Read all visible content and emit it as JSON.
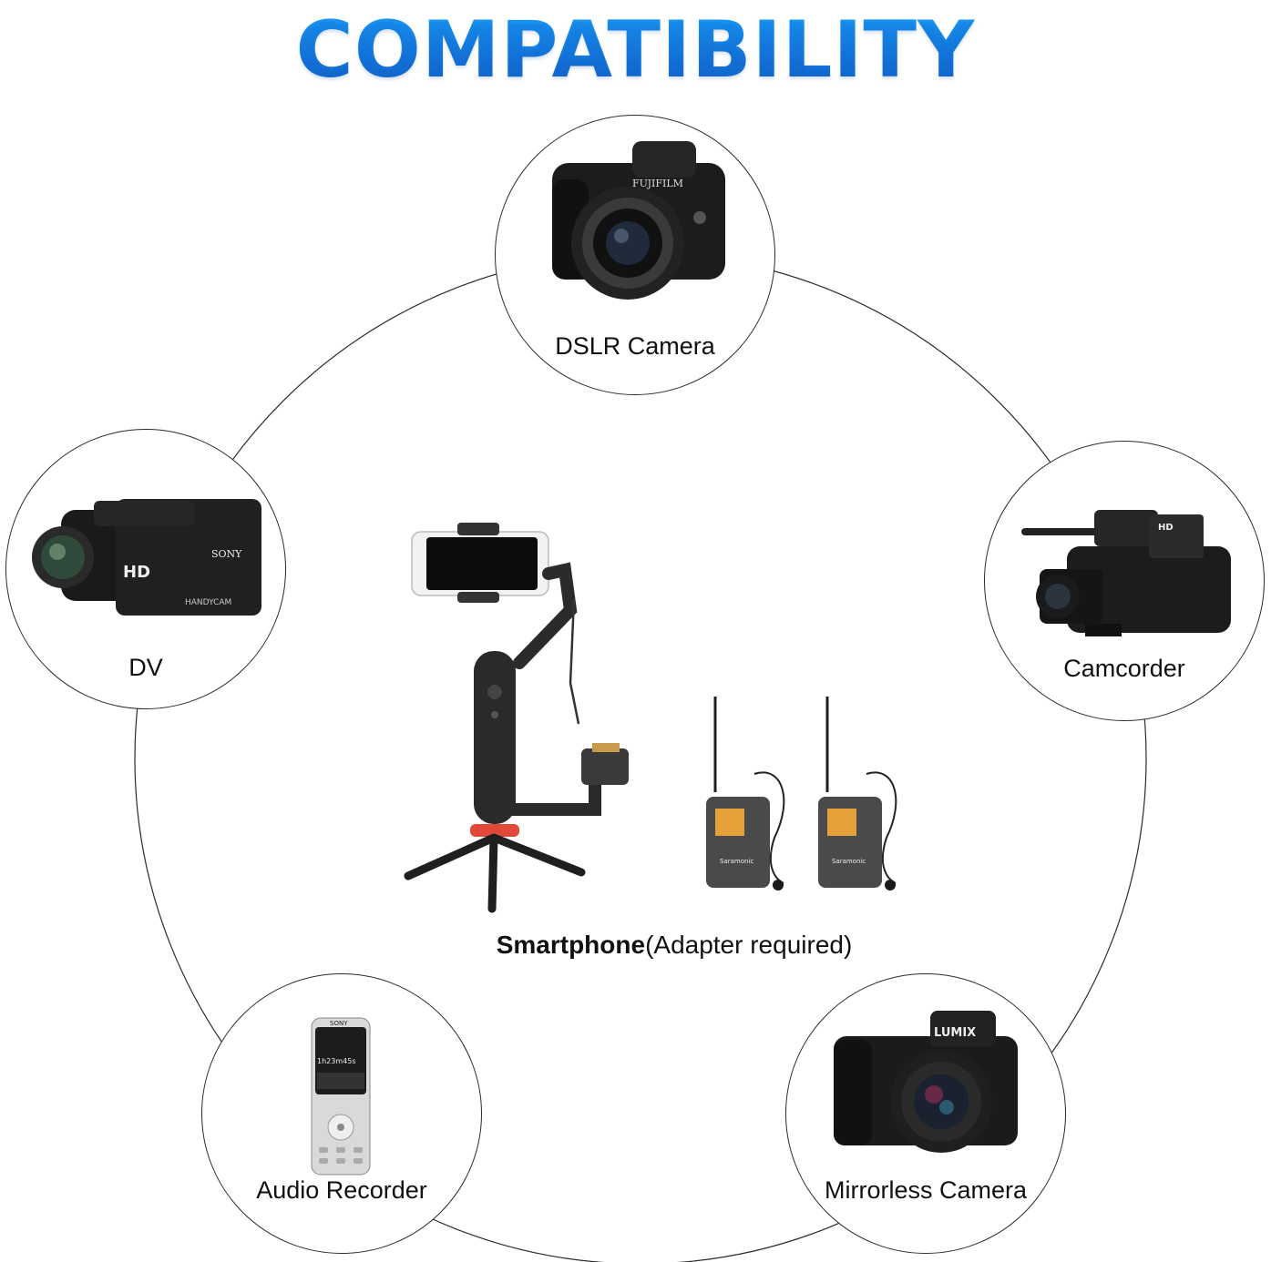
{
  "title": "COMPATIBILITY",
  "devices": {
    "dslr": {
      "label": "DSLR Camera",
      "icon": "dslr-camera-image"
    },
    "dv": {
      "label": "DV",
      "icon": "handycam-image"
    },
    "camcorder": {
      "label": "Camcorder",
      "icon": "camcorder-image"
    },
    "audio_recorder": {
      "label": "Audio Recorder",
      "icon": "voice-recorder-image"
    },
    "mirrorless": {
      "label": "Mirrorless Camera",
      "icon": "mirrorless-camera-image"
    }
  },
  "center": {
    "label_main": "Smartphone",
    "label_note": "(Adapter required)",
    "icon": "gimbal-and-wireless-mic-image"
  },
  "colors": {
    "title_blue": "#1a86e6",
    "outline": "#2b2b2b"
  },
  "product_text": {
    "dslr_brand": "FUJIFILM",
    "dv_brand": "SONY",
    "dv_hd": "HD",
    "dv_model": "HANDYCAM",
    "camcorder_hd": "HD",
    "recorder_brand": "SONY",
    "recorder_time": "1h23m45s",
    "mirrorless_brand": "LUMIX",
    "transmitter_brand": "Saramonic"
  }
}
